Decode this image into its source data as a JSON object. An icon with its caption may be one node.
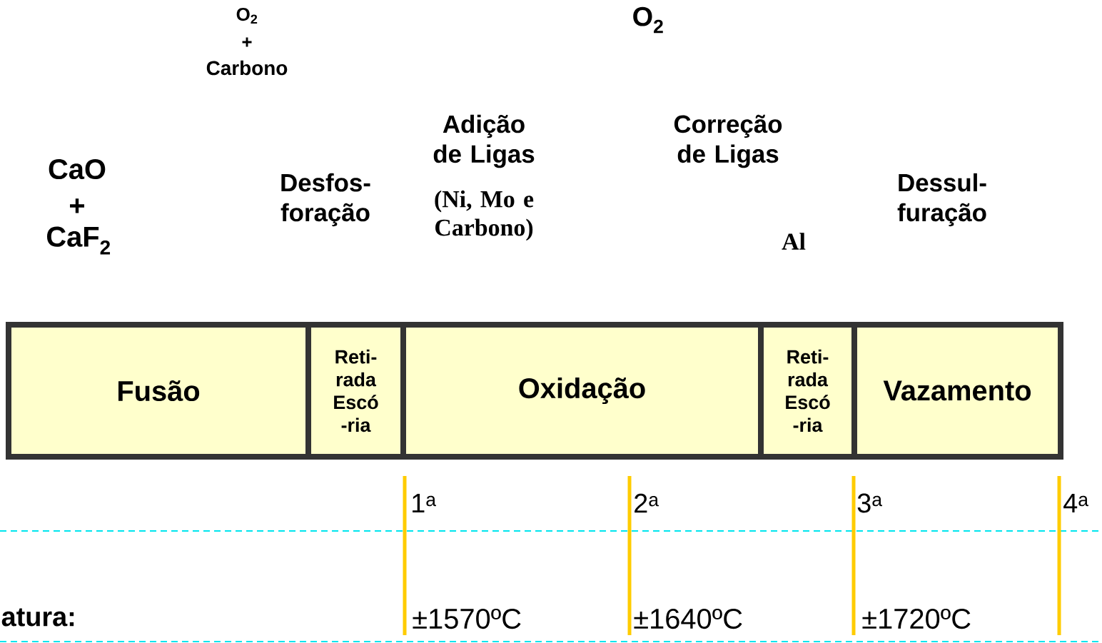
{
  "diagram": {
    "nodes": [
      {
        "text": [
          "Fusão"
        ]
      },
      {
        "text": [
          "Reti- rada Escó -ria"
        ]
      },
      {
        "text": [
          "Oxidação"
        ]
      },
      {
        "text": [
          "Reti- rada Escó -ria"
        ]
      },
      {
        "text": [
          "Vazamento"
        ]
      }
    ],
    "labels": [
      "O$_{2}$",
      "+",
      "Carbono",
      "O$_{2}$",
      "CaO",
      "+",
      "CaF$_{2}$",
      "Desfos- foração",
      "Adição de Ligas",
      "(Ni, Mo e Carbono)",
      "Correção de Ligas",
      "Al",
      "Dessul- furação",
      "1$^{a}$",
      "2$^{a}$",
      "3$^{a}$",
      "4$^{a}$",
      "atura:",
      "±1570ºC",
      "±1640ºC",
      "±1720ºC"
    ]
  }
}
